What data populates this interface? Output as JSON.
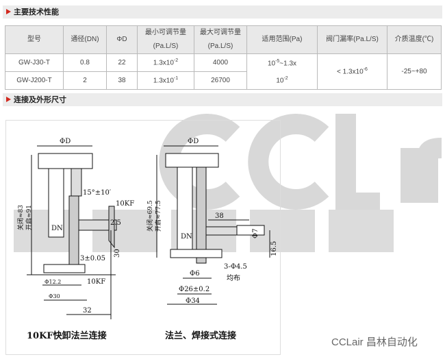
{
  "sections": {
    "specs": "主要技术性能",
    "dims": "连接及外形尺寸"
  },
  "table": {
    "headers": [
      "型号",
      "通径(DN)",
      "ΦD",
      "最小可调节量",
      "最大可调节量",
      "适用范围(Pa)",
      "阀门漏率(Pa.L/S)",
      "介质温度(℃)"
    ],
    "unit": "(Pa.L/S)",
    "rows": [
      {
        "model": "GW-J30-T",
        "dn": "0.8",
        "d": "22",
        "min_base": "1.3x10",
        "min_exp": "-2",
        "max": "4000"
      },
      {
        "model": "GW-J200-T",
        "dn": "2",
        "d": "38",
        "min_base": "1.3x10",
        "min_exp": "-1",
        "max": "26700"
      }
    ],
    "range_line1_base": "10",
    "range_line1_exp": "-5",
    "range_line1_tail": "~1.3x",
    "range_line2_base": "10",
    "range_line2_exp": "-2",
    "leak_base": "< 1.3x10",
    "leak_exp": "-6",
    "temp": "-25~+80"
  },
  "drawing": {
    "left": {
      "caption": "10KF快卸法兰连接",
      "phiD": "ΦD",
      "angle": "15°±10′",
      "kf_top": "10KF",
      "kf_bottom": "10KF",
      "close": "关闭≈83",
      "open": "开启≈91",
      "dn": "DN",
      "d25": "2.5",
      "d30": "30",
      "d3": "3±0.05",
      "phi12": "Φ12.2",
      "phi30": "Φ30",
      "d32": "32"
    },
    "right": {
      "caption": "法兰、焊接式连接",
      "phiD": "ΦD",
      "close": "关闭≈69.5",
      "open": "开启≈77.5",
      "dn": "DN",
      "d38": "38",
      "phi7": "Φ7",
      "d165": "16.5",
      "holes": "3-Φ4.5",
      "even": "均布",
      "phi6": "Φ6",
      "phi26": "Φ26±0.2",
      "phi34": "Φ34"
    }
  },
  "watermark": {
    "brand": "CCLair",
    "cn": "昌林自动化"
  },
  "footer": "CCLair 昌林自动化"
}
